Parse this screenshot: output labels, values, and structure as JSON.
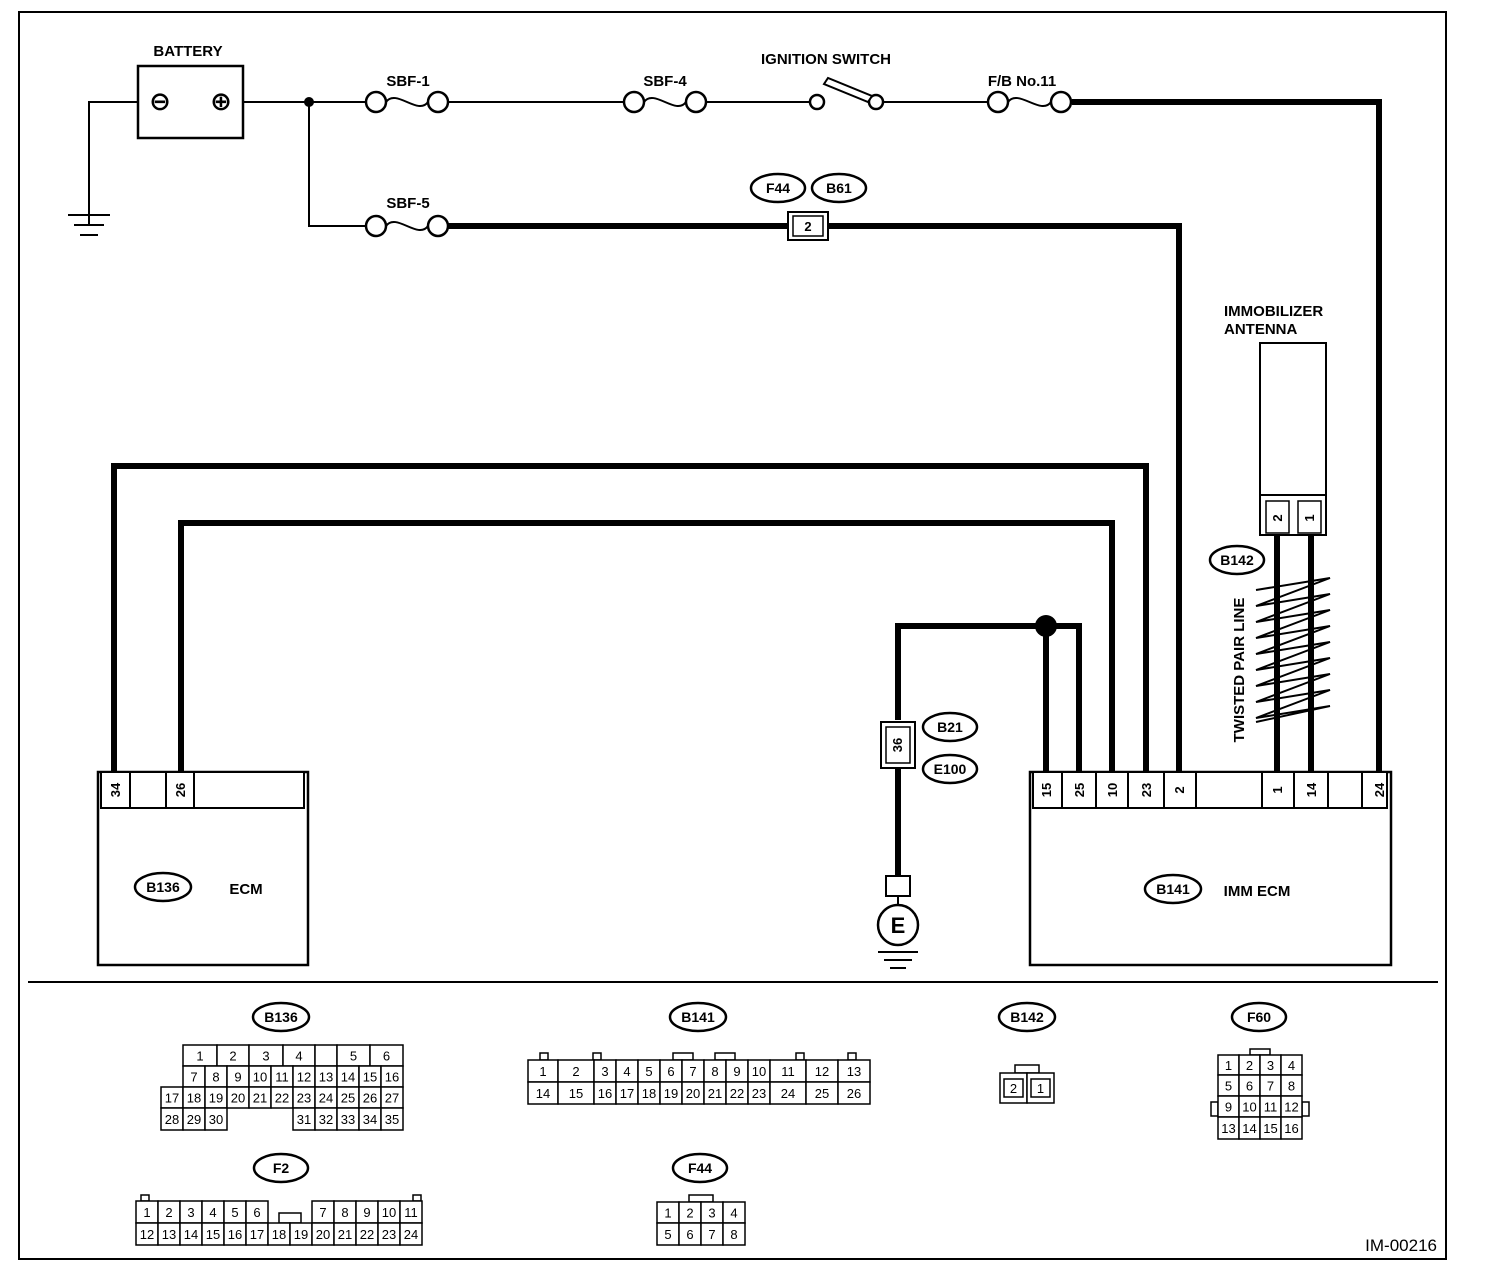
{
  "labels": {
    "battery": "BATTERY",
    "sbf1": "SBF-1",
    "sbf4": "SBF-4",
    "sbf5": "SBF-5",
    "ignition_switch": "IGNITION SWITCH",
    "fb11": "F/B No.11",
    "antenna_line1": "IMMOBILIZER",
    "antenna_line2": "ANTENNA",
    "twisted_pair": "TWISTED PAIR LINE",
    "ecm": "ECM",
    "imm_ecm": "IMM ECM",
    "ground": "E",
    "figure_ref": "IM-00216"
  },
  "connector_ids": {
    "f44": "F44",
    "b61": "B61",
    "b142": "B142",
    "b21": "B21",
    "e100": "E100",
    "b136": "B136",
    "b141": "B141",
    "f60": "F60",
    "f2": "F2"
  },
  "terminals": {
    "f44_b61_pin": "2",
    "b21_e100_pin": "36",
    "antenna_pins": [
      "2",
      "1"
    ],
    "ecm_pins": [
      "34",
      "26"
    ],
    "imm_ecm_pins": [
      "15",
      "25",
      "10",
      "23",
      "2",
      "1",
      "14",
      "24"
    ]
  },
  "battery_symbols": {
    "negative": "⊖",
    "positive": "⊕"
  },
  "connector_faces": {
    "b136": {
      "row1": [
        "1",
        "2",
        "3",
        "4",
        "",
        "5",
        "6"
      ],
      "row2": [
        "7",
        "8",
        "9",
        "10",
        "11",
        "12",
        "13",
        "14",
        "15",
        "16"
      ],
      "row3": [
        "17",
        "18",
        "19",
        "20",
        "21",
        "22",
        "23",
        "24",
        "25",
        "26",
        "27"
      ],
      "row4": [
        "28",
        "29",
        "30",
        "31",
        "32",
        "33",
        "34",
        "35"
      ]
    },
    "b141": {
      "row1": [
        "1",
        "2",
        "3",
        "4",
        "5",
        "6",
        "7",
        "8",
        "9",
        "10",
        "11",
        "12",
        "13"
      ],
      "row2": [
        "14",
        "15",
        "16",
        "17",
        "18",
        "19",
        "20",
        "21",
        "22",
        "23",
        "24",
        "25",
        "26"
      ]
    },
    "b142": {
      "row1": [
        "2",
        "1"
      ]
    },
    "f60": {
      "row1": [
        "1",
        "2",
        "3",
        "4"
      ],
      "row2": [
        "5",
        "6",
        "7",
        "8"
      ],
      "row3": [
        "9",
        "10",
        "11",
        "12"
      ],
      "row4": [
        "13",
        "14",
        "15",
        "16"
      ]
    },
    "f2": {
      "row1": [
        "1",
        "2",
        "3",
        "4",
        "5",
        "6",
        "7",
        "8",
        "9",
        "10",
        "11"
      ],
      "row2": [
        "12",
        "13",
        "14",
        "15",
        "16",
        "17",
        "18",
        "19",
        "20",
        "21",
        "22",
        "23",
        "24"
      ]
    },
    "f44": {
      "row1": [
        "1",
        "2",
        "3",
        "4"
      ],
      "row2": [
        "5",
        "6",
        "7",
        "8"
      ]
    }
  }
}
